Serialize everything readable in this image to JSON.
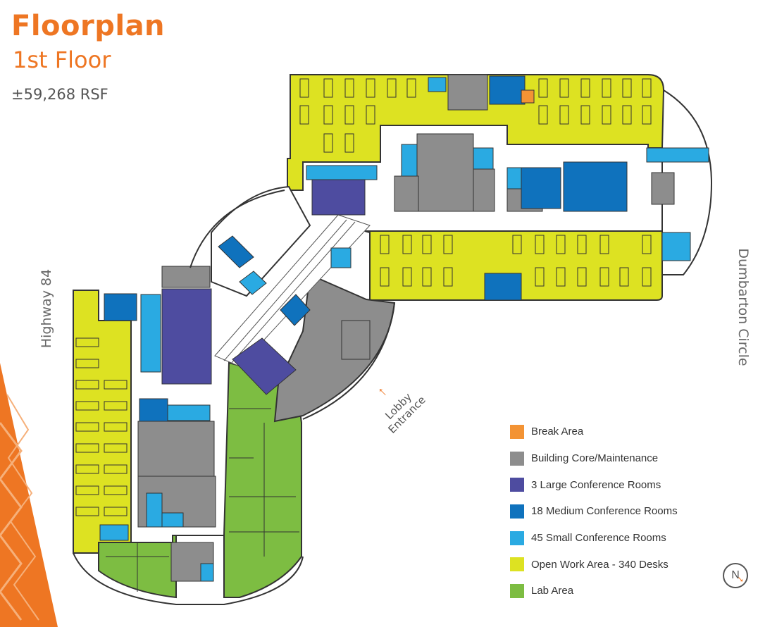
{
  "header": {
    "title": "Floorplan",
    "subtitle": "1st Floor",
    "area": "±59,268 RSF"
  },
  "streets": {
    "left": "Highway 84",
    "right": "Dumbarton Circle"
  },
  "entrance": {
    "line1": "Lobby",
    "line2": "Entrance"
  },
  "legend": [
    {
      "label": "Break Area",
      "color": "#f39334"
    },
    {
      "label": "Building Core/Maintenance",
      "color": "#8d8d8d"
    },
    {
      "label": "3 Large Conference Rooms",
      "color": "#4e4ca0"
    },
    {
      "label": "18 Medium Conference Rooms",
      "color": "#0f72bd"
    },
    {
      "label": "45 Small Conference Rooms",
      "color": "#2aaae2"
    },
    {
      "label": "Open Work Area - 340 Desks",
      "color": "#dde222"
    },
    {
      "label": "Lab Area",
      "color": "#7dbd42"
    }
  ],
  "compass": {
    "icon": "north-arrow-icon",
    "letter": "N"
  }
}
